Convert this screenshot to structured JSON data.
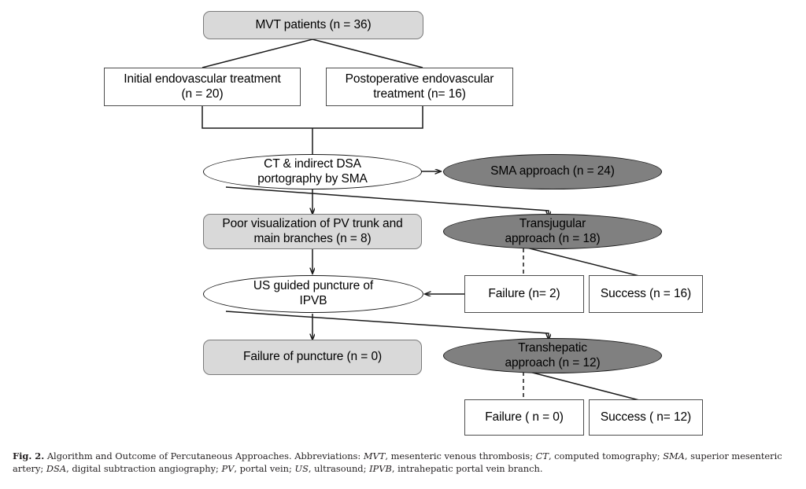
{
  "figure": {
    "label": "Fig. 2.",
    "caption_title": "Algorithm and Outcome of Percutaneous Approaches.",
    "abbrev_lead": "Abbreviations:",
    "abbreviations": [
      {
        "term": "MVT",
        "definition": "mesenteric venous thrombosis"
      },
      {
        "term": "CT",
        "definition": "computed tomography"
      },
      {
        "term": "SMA",
        "definition": "superior mesenteric artery"
      },
      {
        "term": "DSA",
        "definition": "digital subtraction angiography"
      },
      {
        "term": "PV",
        "definition": "portal vein"
      },
      {
        "term": "US",
        "definition": "ultrasound"
      },
      {
        "term": "IPVB",
        "definition": "intrahepatic portal vein branch"
      }
    ]
  },
  "colors": {
    "light_gray_fill": "#d9d9d9",
    "dark_gray_fill": "#808080",
    "white_fill": "#ffffff",
    "line": "#1a1a1a",
    "text": "#000000"
  },
  "nodes": {
    "root": {
      "line1": "MVT patients (n = 36)",
      "shape": "rounded-rect",
      "fill": "light-gray"
    },
    "initial_treatment": {
      "line1": "Initial endovascular treatment",
      "line2": "(n = 20)",
      "shape": "rect",
      "fill": "white"
    },
    "postop_treatment": {
      "line1": "Postoperative endovascular",
      "line2": "treatment (n= 16)",
      "shape": "rect",
      "fill": "white"
    },
    "imaging": {
      "line1": "CT & indirect DSA",
      "line2": "portography by SMA",
      "shape": "ellipse",
      "fill": "white"
    },
    "sma_approach": {
      "line1": "SMA approach (n = 24)",
      "shape": "ellipse",
      "fill": "dark-gray"
    },
    "poor_visualization": {
      "line1": "Poor visualization of PV trunk and",
      "line2": "main branches (n = 8)",
      "shape": "rounded-rect",
      "fill": "light-gray"
    },
    "transjugular_approach": {
      "line1": "Transjugular",
      "line2": "approach (n = 18)",
      "shape": "ellipse",
      "fill": "dark-gray"
    },
    "us_puncture": {
      "line1": "US guided puncture of",
      "line2": "IPVB",
      "shape": "ellipse",
      "fill": "white"
    },
    "transjugular_failure": {
      "line1": "Failure (n= 2)",
      "shape": "rect",
      "fill": "white"
    },
    "transjugular_success": {
      "line1": "Success (n = 16)",
      "shape": "rect",
      "fill": "white"
    },
    "puncture_failure": {
      "line1": "Failure of puncture (n = 0)",
      "shape": "rounded-rect",
      "fill": "light-gray"
    },
    "transhepatic_approach": {
      "line1": "Transhepatic",
      "line2": "approach (n = 12)",
      "shape": "ellipse",
      "fill": "dark-gray"
    },
    "transhepatic_failure": {
      "line1": "Failure ( n = 0)",
      "shape": "rect",
      "fill": "white"
    },
    "transhepatic_success": {
      "line1": "Success ( n= 12)",
      "shape": "rect",
      "fill": "white"
    }
  },
  "connectors": [
    {
      "from": "root",
      "to": "initial_treatment",
      "style": "solid",
      "arrow": false
    },
    {
      "from": "root",
      "to": "postop_treatment",
      "style": "solid",
      "arrow": false
    },
    {
      "from": "initial_treatment",
      "to": "imaging",
      "style": "solid",
      "arrow": false
    },
    {
      "from": "postop_treatment",
      "to": "imaging",
      "style": "solid",
      "arrow": false
    },
    {
      "from": "imaging",
      "to": "sma_approach",
      "style": "solid",
      "arrow": true
    },
    {
      "from": "imaging",
      "to": "poor_visualization",
      "style": "solid",
      "arrow": true
    },
    {
      "from": "imaging",
      "to": "transjugular_approach",
      "style": "solid",
      "arrow": true
    },
    {
      "from": "poor_visualization",
      "to": "us_puncture",
      "style": "solid",
      "arrow": true
    },
    {
      "from": "transjugular_approach",
      "to": "transjugular_failure",
      "style": "dashed",
      "arrow": false
    },
    {
      "from": "transjugular_approach",
      "to": "transjugular_success",
      "style": "solid",
      "arrow": false
    },
    {
      "from": "transjugular_failure",
      "to": "us_puncture",
      "style": "solid",
      "arrow": true
    },
    {
      "from": "us_puncture",
      "to": "puncture_failure",
      "style": "solid",
      "arrow": true
    },
    {
      "from": "us_puncture",
      "to": "transhepatic_approach",
      "style": "solid",
      "arrow": true
    },
    {
      "from": "transhepatic_approach",
      "to": "transhepatic_failure",
      "style": "dashed",
      "arrow": false
    },
    {
      "from": "transhepatic_approach",
      "to": "transhepatic_success",
      "style": "solid",
      "arrow": false
    }
  ]
}
